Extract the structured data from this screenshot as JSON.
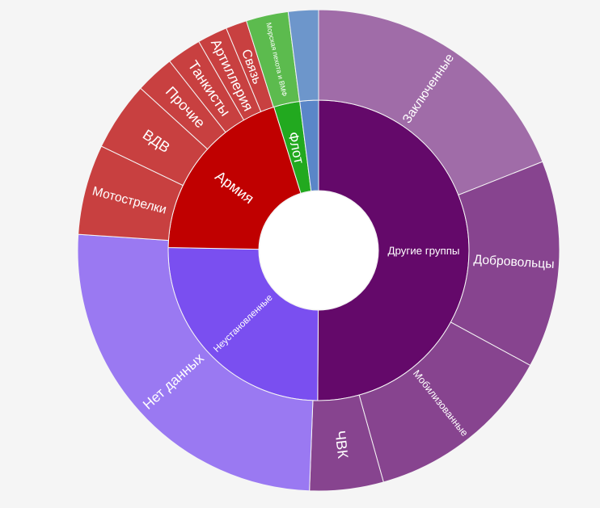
{
  "chart_data": {
    "type": "sunburst",
    "title": "",
    "start_angle_deg": 0,
    "direction": "clockwise",
    "inner": [
      {
        "label": "Другие группы",
        "value": 50.1,
        "color": "#64096a"
      },
      {
        "label": "Неустановленные",
        "value": 25.2,
        "color": "#7a4ff0"
      },
      {
        "label": "Армия",
        "value": 19.9,
        "color": "#c00000"
      },
      {
        "label": "Флот",
        "value": 2.8,
        "color": "#22a91f"
      },
      {
        "label": "",
        "value": 2.0,
        "color": "#5a86c8"
      }
    ],
    "outer": [
      {
        "parent": "Другие группы",
        "label": "Заключенные",
        "value": 18.8,
        "color": "#a06ca8"
      },
      {
        "parent": "Другие группы",
        "label": "Добровольцы",
        "value": 13.8,
        "color": "#87448f"
      },
      {
        "parent": "Другие группы",
        "label": "Мобилизованные",
        "value": 12.6,
        "color": "#87448f"
      },
      {
        "parent": "Другие группы",
        "label": "ЧВК",
        "value": 4.9,
        "color": "#87448f"
      },
      {
        "parent": "Неустановленные",
        "label": "Нет данных",
        "value": 25.2,
        "color": "#9a79f2"
      },
      {
        "parent": "Армия",
        "label": "Мотострелки",
        "value": 6.0,
        "color": "#c84040"
      },
      {
        "parent": "Армия",
        "label": "ВДВ",
        "value": 4.6,
        "color": "#c84040"
      },
      {
        "parent": "Армия",
        "label": "Прочие",
        "value": 2.6,
        "color": "#c84040"
      },
      {
        "parent": "Армия",
        "label": "Танкисты",
        "value": 2.3,
        "color": "#c84040"
      },
      {
        "parent": "Армия",
        "label": "Артиллерия",
        "value": 2.0,
        "color": "#c84040"
      },
      {
        "parent": "Армия",
        "label": "Связь",
        "value": 1.4,
        "color": "#c84040"
      },
      {
        "parent": "Флот",
        "label": "Морская пехота и ВМФ",
        "value": 2.8,
        "color": "#5cbb4e"
      },
      {
        "parent": "",
        "label": "",
        "value": 2.0,
        "color": "#6d96cb"
      }
    ],
    "labels_on_inner": [
      "Другие группы",
      "Неустановленные",
      "Армия",
      "Флот"
    ]
  }
}
